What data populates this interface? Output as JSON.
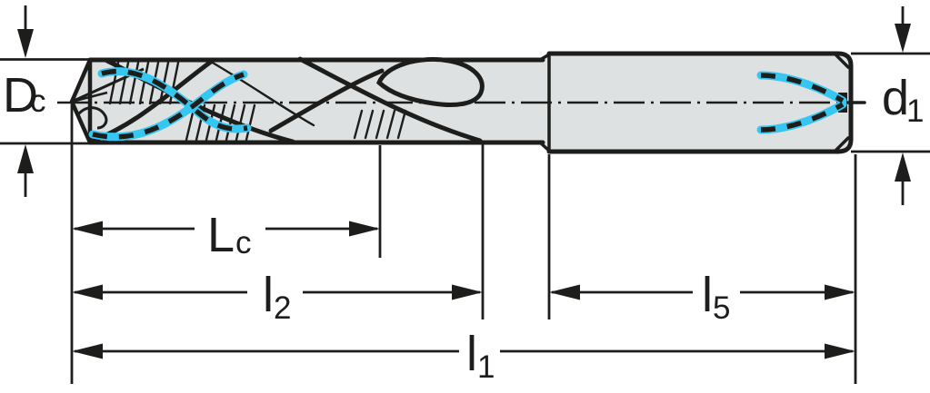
{
  "diagram": {
    "labels": {
      "cutting_diameter": {
        "main": "D",
        "sub": "c"
      },
      "shank_diameter": {
        "main": "d",
        "sub": "1"
      },
      "cutting_edge_length": {
        "main": "L",
        "sub": "c"
      },
      "flute_length": {
        "main": "l",
        "sub": "2"
      },
      "shank_length": {
        "main": "l",
        "sub": "5"
      },
      "overall_length": {
        "main": "l",
        "sub": "1"
      }
    },
    "colors": {
      "outline": "#1d1d1b",
      "part_fill": "#dde1e2",
      "coolant": "#36c6f2",
      "background": "#ffffff"
    }
  }
}
